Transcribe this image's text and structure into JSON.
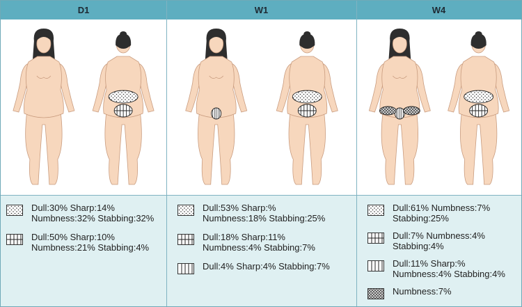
{
  "columns": [
    {
      "header": "D1",
      "legend": [
        {
          "pattern": "dots",
          "line1": "Dull:30% Sharp:14%",
          "line2": "Numbness:32% Stabbing:32%"
        },
        {
          "pattern": "grid",
          "line1": "Dull:50% Sharp:10%",
          "line2": "Numbness:21% Stabbing:4%"
        }
      ]
    },
    {
      "header": "W1",
      "legend": [
        {
          "pattern": "dots",
          "line1": "Dull:53% Sharp:%",
          "line2": "Numbness:18% Stabbing:25%"
        },
        {
          "pattern": "grid",
          "line1": "Dull:18% Sharp:11%",
          "line2": "Numbness:4% Stabbing:7%"
        },
        {
          "pattern": "vlines",
          "line1": "Dull:4% Sharp:4% Stabbing:7%",
          "line2": ""
        }
      ]
    },
    {
      "header": "W4",
      "legend": [
        {
          "pattern": "dots",
          "line1": "Dull:61% Numbness:7%",
          "line2": "Stabbing:25%"
        },
        {
          "pattern": "grid",
          "line1": "Dull:7% Numbness:4%",
          "line2": "Stabbing:4%"
        },
        {
          "pattern": "vlines",
          "line1": "Dull:11% Sharp:%",
          "line2": "Numbness:4% Stabbing:4%"
        },
        {
          "pattern": "crosshatch",
          "line1": "Numbness:7%",
          "line2": ""
        }
      ]
    }
  ],
  "colors": {
    "header_bg": "#5eaec0",
    "legend_bg": "#dff0f2",
    "skin": "#f7d7bd",
    "hair": "#2e2e2e"
  }
}
